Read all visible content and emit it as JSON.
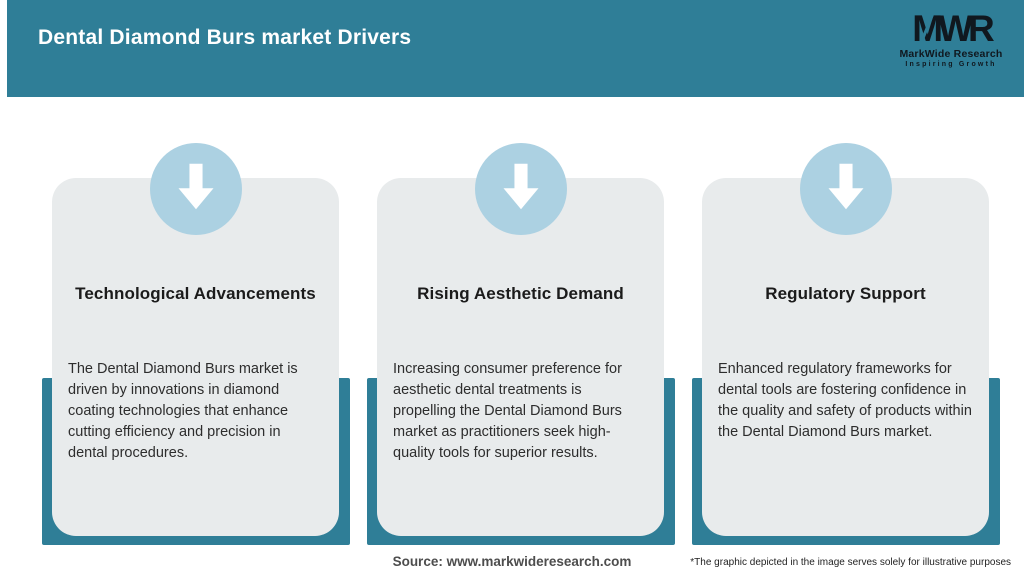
{
  "header": {
    "title": "Dental Diamond Burs market Drivers"
  },
  "logo": {
    "monogram": "MWR",
    "name": "MarkWide Research",
    "tagline": "Inspiring Growth"
  },
  "cards": [
    {
      "icon": "down-arrow-icon",
      "title": "Technological Advancements",
      "description": "The Dental Diamond Burs market is driven by innovations in diamond coating technologies that enhance cutting efficiency and precision in dental procedures."
    },
    {
      "icon": "down-arrow-icon",
      "title": "Rising Aesthetic Demand",
      "description": "Increasing consumer preference for aesthetic dental treatments is propelling the Dental Diamond Burs market as practitioners seek high-quality tools for superior results."
    },
    {
      "icon": "down-arrow-icon",
      "title": "Regulatory Support",
      "description": "Enhanced regulatory frameworks for dental tools are fostering confidence in the quality and safety of products within the Dental Diamond Burs market."
    }
  ],
  "footer": {
    "source": "Source: www.markwideresearch.com",
    "disclaimer": "*The graphic depicted in the image serves solely for illustrative purposes"
  },
  "colors": {
    "teal": "#2f7e97",
    "arrow_circle_blue": "#acd1e2",
    "card_bg": "#e8ebec",
    "logo_dark": "#10181f"
  }
}
